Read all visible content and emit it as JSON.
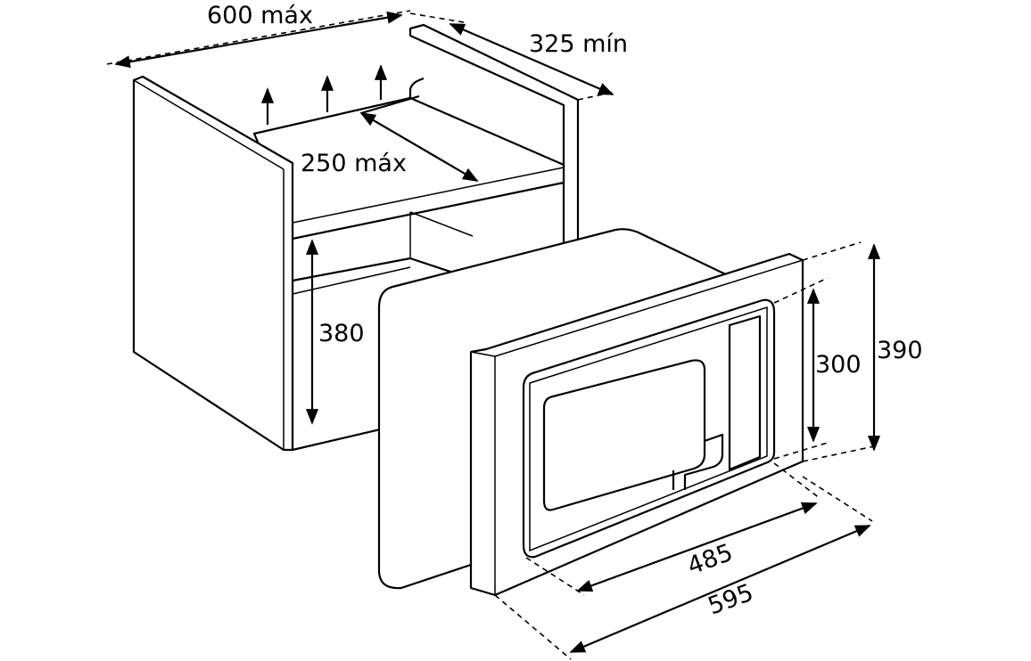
{
  "title": "Microwave built-in installation dimensions",
  "dimensions": {
    "cabinet_width": "600 máx",
    "cabinet_depth": "325 mín",
    "opening_depth": "250 máx",
    "opening_height": "380",
    "frame_height": "390",
    "appliance_height": "300",
    "appliance_width": "485",
    "frame_width": "595"
  },
  "colors": {
    "line": "#000000",
    "background": "#ffffff"
  }
}
